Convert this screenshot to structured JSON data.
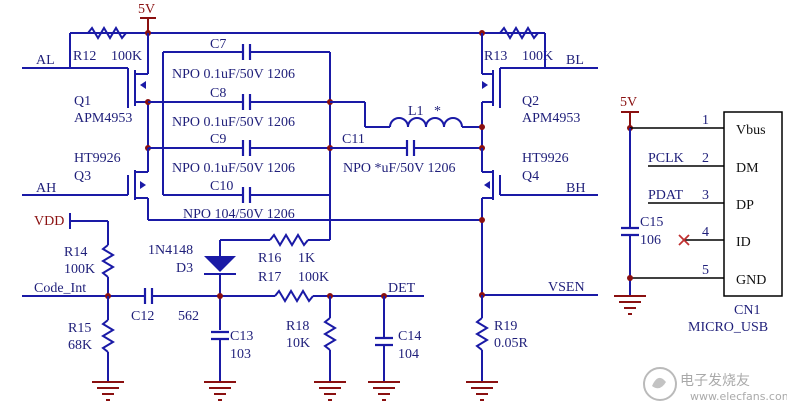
{
  "supply": {
    "top": "5V",
    "connector": "5V"
  },
  "nets": {
    "AL": "AL",
    "BL": "BL",
    "AH": "AH",
    "BH": "BH",
    "VDD": "VDD",
    "code_int": "Code_Int",
    "det": "DET",
    "vsen": "VSEN",
    "pclk": "PCLK",
    "pdat": "PDAT"
  },
  "resistors": {
    "r12": {
      "ref": "R12",
      "value": "100K"
    },
    "r13": {
      "ref": "R13",
      "value": "100K"
    },
    "r14": {
      "ref": "R14",
      "value": "100K"
    },
    "r15": {
      "ref": "R15",
      "value": "68K"
    },
    "r16": {
      "ref": "R16",
      "value": "1K"
    },
    "r17": {
      "ref": "R17",
      "value": "100K"
    },
    "r18": {
      "ref": "R18",
      "value": "10K"
    },
    "r19": {
      "ref": "R19",
      "value": "0.05R"
    }
  },
  "capacitors": {
    "c7": {
      "ref": "C7",
      "value": "NPO 0.1uF/50V 1206"
    },
    "c8": {
      "ref": "C8",
      "value": "NPO 0.1uF/50V 1206"
    },
    "c9": {
      "ref": "C9",
      "value": "NPO 0.1uF/50V 1206"
    },
    "c10": {
      "ref": "C10",
      "value": "NPO 104/50V 1206"
    },
    "c11": {
      "ref": "C11",
      "value": "NPO *uF/50V 1206"
    },
    "c12": {
      "ref": "C12",
      "value": "562"
    },
    "c13": {
      "ref": "C13",
      "value": "103"
    },
    "c14": {
      "ref": "C14",
      "value": "104"
    },
    "c15": {
      "ref": "C15",
      "value": "106"
    }
  },
  "inductor": {
    "ref": "L1",
    "value": "*"
  },
  "diode": {
    "part": "1N4148",
    "ref": "D3"
  },
  "transistors": {
    "q1": {
      "ref": "Q1",
      "part": "APM4953"
    },
    "q2": {
      "ref": "Q2",
      "part": "APM4953"
    },
    "q3": {
      "ref": "Q3",
      "part": "HT9926"
    },
    "q4": {
      "ref": "Q4",
      "part": "HT9926"
    }
  },
  "connector": {
    "ref": "CN1",
    "part": "MICRO_USB",
    "pins": [
      {
        "num": "1",
        "name": "Vbus"
      },
      {
        "num": "2",
        "name": "DM"
      },
      {
        "num": "3",
        "name": "DP"
      },
      {
        "num": "4",
        "name": "ID"
      },
      {
        "num": "5",
        "name": "GND"
      }
    ]
  },
  "watermark": {
    "text": "电子发烧友",
    "url": "www.elecfans.com"
  },
  "colors": {
    "wire": "#1a1aa6",
    "label": "#1f1f7a",
    "power": "#8a1010",
    "junction": "#8a1010"
  }
}
